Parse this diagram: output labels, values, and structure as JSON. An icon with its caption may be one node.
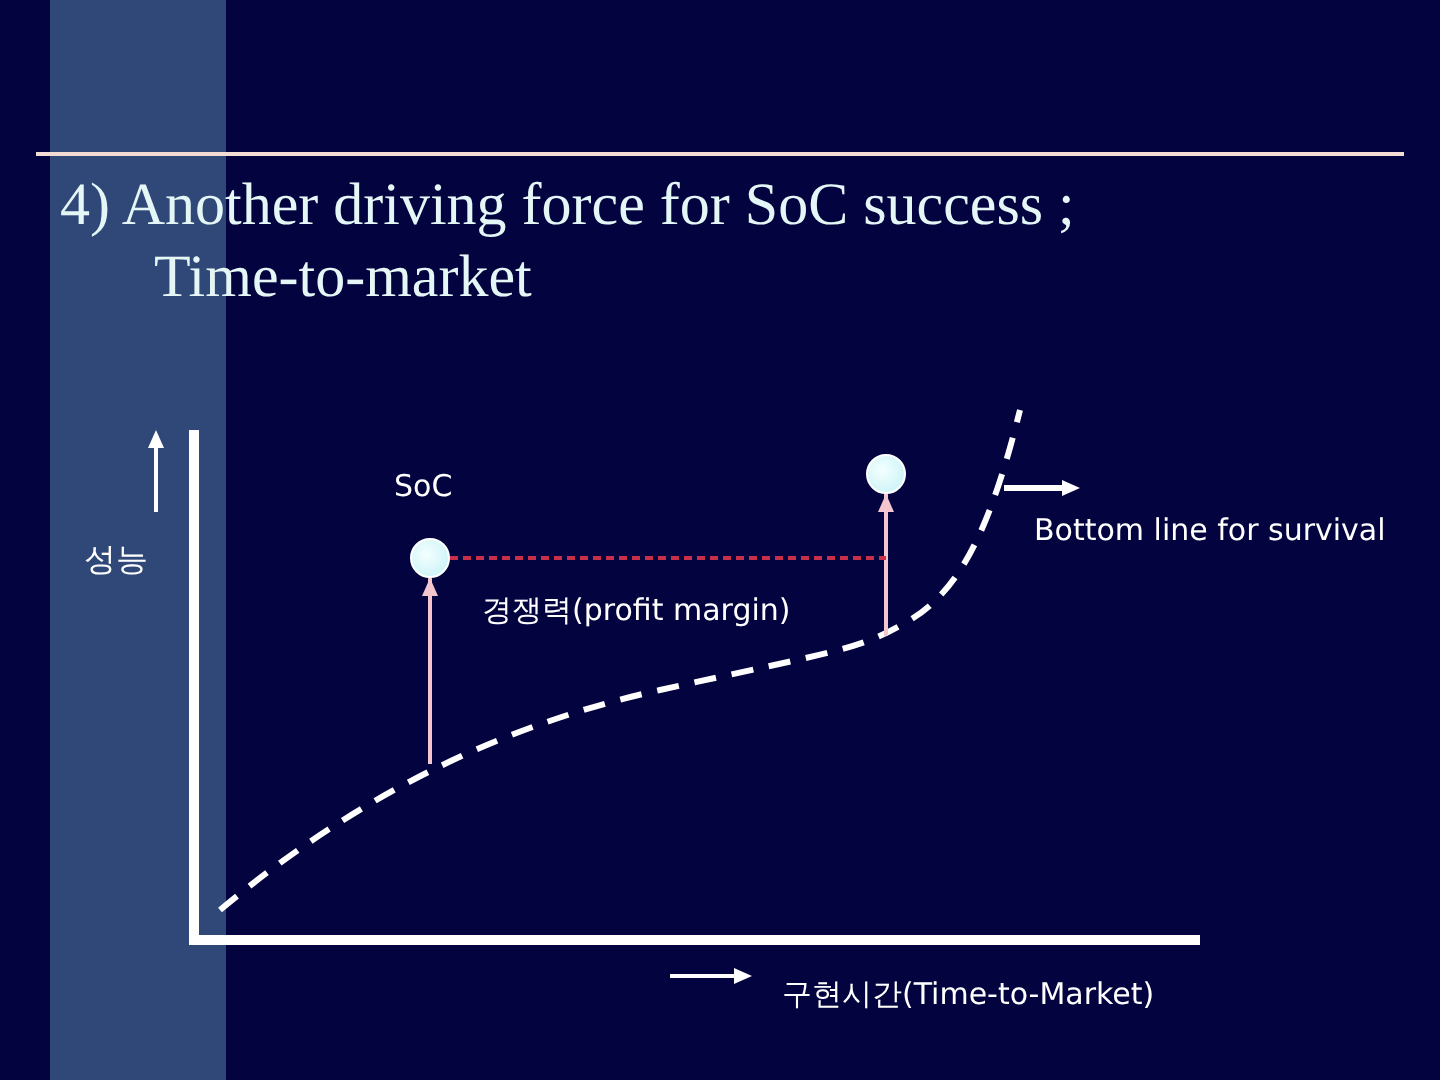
{
  "diagram": {
    "title": "4) Another driving force for SoC success ; Time-to-market",
    "nodes": [
      {
        "text": [],
        "shape": "circle",
        "beside": [
          "SoC"
        ]
      },
      {
        "text": [],
        "shape": "circle"
      }
    ],
    "edges": [
      {
        "from": null,
        "to": 0,
        "arrow": "to"
      },
      {
        "from": null,
        "to": 1,
        "arrow": "to"
      },
      {
        "from": 0,
        "to": null,
        "arrow": "none",
        "style": "dashed",
        "color": "#c8304a"
      }
    ],
    "labels": [
      "성능",
      "경쟁력(profit margin)",
      "Bottom line for survival",
      "구현시간(Time-to-Market)"
    ]
  }
}
